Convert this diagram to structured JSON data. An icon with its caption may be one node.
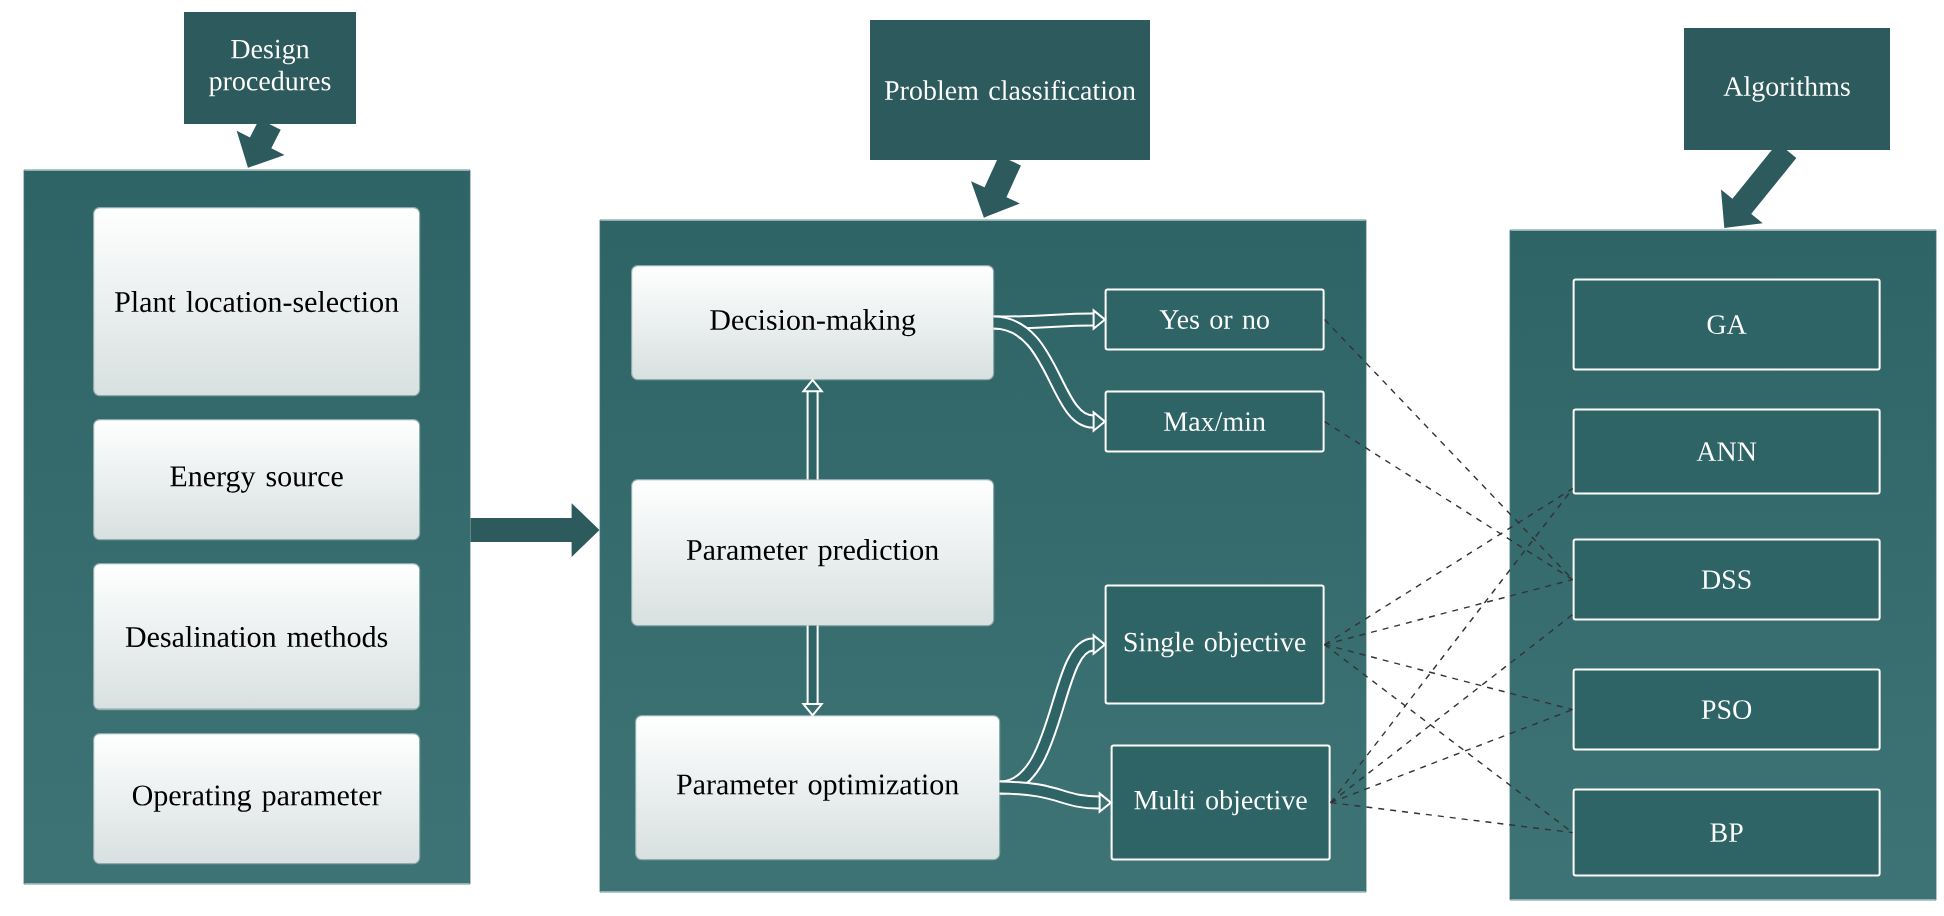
{
  "diagram": {
    "nodes": [
      {
        "text": [
          "Design procedures"
        ]
      },
      {
        "text": [],
        "shape": "box"
      },
      {
        "text": [
          "Plant location-selection"
        ],
        "in": 1
      },
      {
        "text": [
          "Energy source"
        ],
        "in": 1
      },
      {
        "text": [
          "Desalination methods"
        ],
        "in": 1
      },
      {
        "text": [
          "Operating parameter"
        ],
        "in": 1
      },
      {
        "text": [
          "Problem classification"
        ]
      },
      {
        "text": [],
        "shape": "box"
      },
      {
        "text": [
          "Decision-making"
        ],
        "in": 7
      },
      {
        "text": [
          "Parameter prediction"
        ],
        "in": 7
      },
      {
        "text": [
          "Parameter optimization"
        ],
        "in": 7
      },
      {
        "text": [
          "Yes or no"
        ],
        "in": 7
      },
      {
        "text": [
          "Max/min"
        ],
        "in": 7
      },
      {
        "text": [
          "Single objective"
        ],
        "in": 7
      },
      {
        "text": [
          "Multi objective"
        ],
        "in": 7
      },
      {
        "text": [
          "Algorithms"
        ]
      },
      {
        "text": [],
        "shape": "box"
      },
      {
        "text": [
          "GA"
        ],
        "in": 16
      },
      {
        "text": [
          "ANN"
        ],
        "in": 16
      },
      {
        "text": [
          "DSS"
        ],
        "in": 16
      },
      {
        "text": [
          "PSO"
        ],
        "in": 16
      },
      {
        "text": [
          "BP"
        ],
        "in": 16
      }
    ],
    "edges": [
      {
        "from": 0,
        "to": 1,
        "arrow": "to",
        "style": "thick"
      },
      {
        "from": 6,
        "to": 7,
        "arrow": "to",
        "style": "thick"
      },
      {
        "from": 15,
        "to": 16,
        "arrow": "to",
        "style": "thick"
      },
      {
        "from": 1,
        "to": 7,
        "arrow": "to",
        "style": "thick"
      },
      {
        "from": 9,
        "to": 8,
        "arrow": "to",
        "style": "thick",
        "color": "#ffffff"
      },
      {
        "from": 9,
        "to": 10,
        "arrow": "to",
        "style": "thick",
        "color": "#ffffff"
      },
      {
        "from": 8,
        "to": 11,
        "arrow": "to",
        "style": "thick",
        "color": "#ffffff"
      },
      {
        "from": 8,
        "to": 12,
        "arrow": "to",
        "style": "thick",
        "color": "#ffffff"
      },
      {
        "from": 10,
        "to": 13,
        "arrow": "to",
        "style": "thick",
        "color": "#ffffff"
      },
      {
        "from": 10,
        "to": 14,
        "arrow": "to",
        "style": "thick",
        "color": "#ffffff"
      },
      {
        "from": 11,
        "to": 19,
        "arrow": "none",
        "style": "dashed"
      },
      {
        "from": 12,
        "to": 19,
        "arrow": "none",
        "style": "dashed"
      },
      {
        "from": 13,
        "to": 18,
        "arrow": "none",
        "style": "dashed"
      },
      {
        "from": 13,
        "to": 19,
        "arrow": "none",
        "style": "dashed"
      },
      {
        "from": 13,
        "to": 20,
        "arrow": "none",
        "style": "dashed"
      },
      {
        "from": 13,
        "to": 21,
        "arrow": "none",
        "style": "dashed"
      },
      {
        "from": 14,
        "to": 18,
        "arrow": "none",
        "style": "dashed"
      },
      {
        "from": 14,
        "to": 19,
        "arrow": "none",
        "style": "dashed"
      },
      {
        "from": 14,
        "to": 20,
        "arrow": "none",
        "style": "dashed"
      },
      {
        "from": 14,
        "to": 21,
        "arrow": "none",
        "style": "dashed"
      }
    ]
  }
}
